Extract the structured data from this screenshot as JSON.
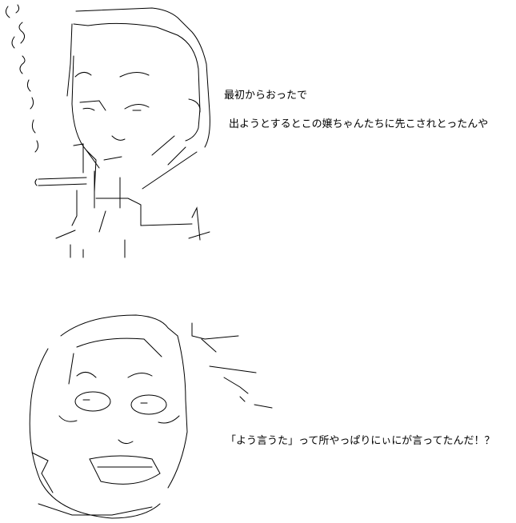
{
  "panels": [
    {
      "lines": [
        "最初からおったで",
        "出ようとするとこの嬢ちゃんたちに先こされとったんや"
      ]
    },
    {
      "lines": [
        "「よう言うた」って所やっぱりにぃにが言ってたんだ！？"
      ]
    }
  ]
}
